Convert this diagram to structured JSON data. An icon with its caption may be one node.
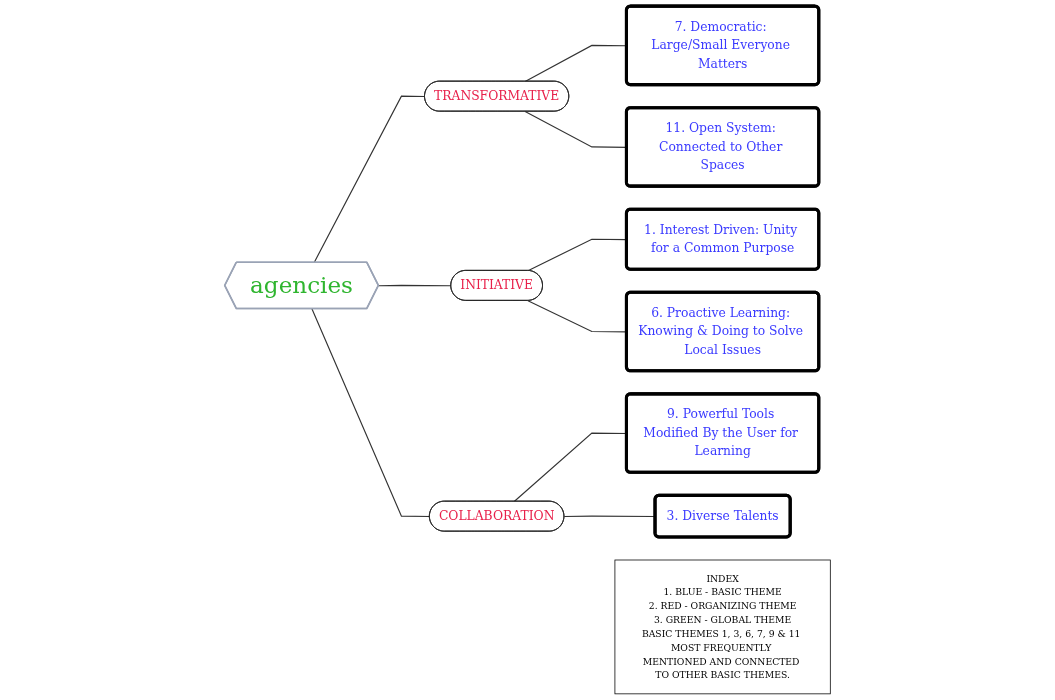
{
  "diagram": {
    "nodes": [
      {
        "text": [
          "agencies"
        ]
      },
      {
        "text": [
          "TRANSFORMATIVE"
        ]
      },
      {
        "text": [
          "INITIATIVE"
        ]
      },
      {
        "text": [
          "COLLABORATION"
        ]
      },
      {
        "text": [
          "7. Democratic: Large/Small Everyone Matters"
        ]
      },
      {
        "text": [
          "11. Open System: Connected to Other Spaces"
        ]
      },
      {
        "text": [
          "1. Interest Driven: Unity for a Common Purpose"
        ]
      },
      {
        "text": [
          "6. Proactive Learning: Knowing & Doing to Solve Local Issues"
        ]
      },
      {
        "text": [
          "9. Powerful Tools Modified By the User for Learning"
        ]
      },
      {
        "text": [
          "3. Diverse Talents"
        ]
      },
      {
        "text": [
          "INDEX",
          "1. BLUE - BASIC THEME",
          "2. RED - ORGANIZING THEME",
          "3. GREEN - GLOBAL THEME",
          "BASIC THEMES 1, 3, 6, 7, 9 & 11 MOST FREQUENTLY MENTIONED AND CONNECTED TO OTHER BASIC THEMES."
        ]
      }
    ],
    "edges": [
      {
        "from": 0,
        "to": 1,
        "arrow": "none"
      },
      {
        "from": 0,
        "to": 2,
        "arrow": "none"
      },
      {
        "from": 0,
        "to": 3,
        "arrow": "none"
      },
      {
        "from": 1,
        "to": 4,
        "arrow": "none"
      },
      {
        "from": 1,
        "to": 5,
        "arrow": "none"
      },
      {
        "from": 2,
        "to": 6,
        "arrow": "none"
      },
      {
        "from": 2,
        "to": 7,
        "arrow": "none"
      },
      {
        "from": 3,
        "to": 8,
        "arrow": "none"
      },
      {
        "from": 3,
        "to": 9,
        "arrow": "none"
      }
    ]
  }
}
